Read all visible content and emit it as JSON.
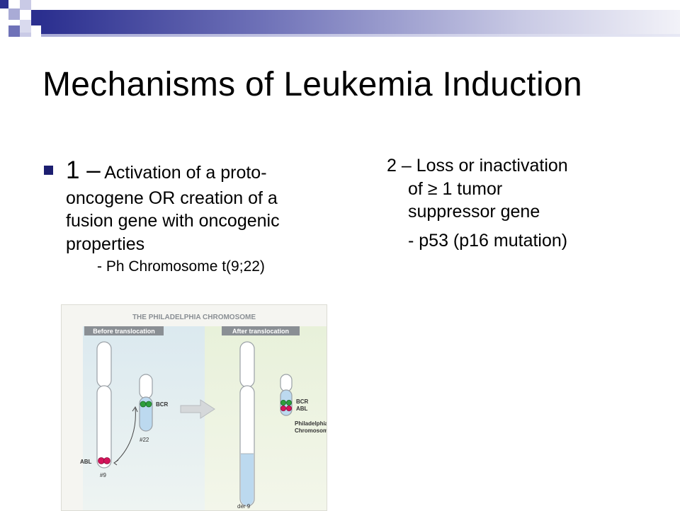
{
  "slide": {
    "title": "Mechanisms of Leukemia Induction",
    "accent_color": "#2b2f8f",
    "left": {
      "bullet": {
        "number": "1 –",
        "text": "Activation of a proto-oncogene OR creation of a fusion gene with oncogenic properties"
      },
      "sub_item": "- Ph Chromosome t(9;22)"
    },
    "right": {
      "line": "2 – Loss or inactivation",
      "continuation": [
        "of ≥ 1 tumor",
        "suppressor gene"
      ],
      "sub_item": "- p53 (p16 mutation)"
    }
  },
  "figure": {
    "title": "THE PHILADELPHIA CHROMOSOME",
    "before_label": "Before translocation",
    "after_label": "After translocation",
    "labels": {
      "abl": "ABL",
      "bcr": "BCR",
      "chr9": "#9",
      "chr22": "#22",
      "der9": "der 9",
      "bcr_after": "BCR",
      "abl_after": "ABL",
      "ph_line1": "Philadelphia",
      "ph_line2": "Chromosome"
    },
    "colors": {
      "bcr_gene": "#2e9e3c",
      "abl_gene": "#d4145a",
      "chr22_fill": "#bcd9ef",
      "header_band": "#8a8f94"
    }
  }
}
